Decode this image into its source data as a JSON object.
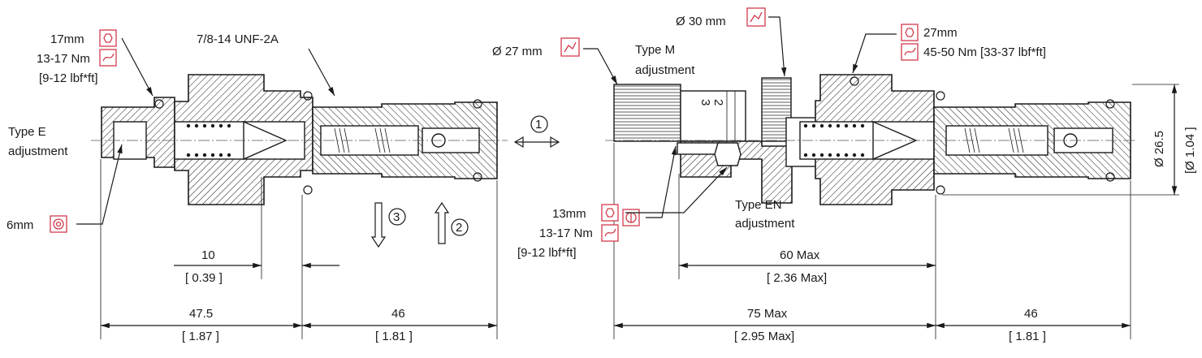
{
  "colors": {
    "icon_red": "#d23a4a",
    "ink": "#1a1a1a"
  },
  "left_view": {
    "hex_wrench_size": "17mm",
    "hex_torque_nm": "13-17 Nm",
    "hex_torque_imperial": "[9-12 lbf*ft]",
    "thread": "7/8-14 UNF-2A",
    "type_e_line1": "Type E",
    "type_e_line2": "adjustment",
    "allen_size": "6mm",
    "dim_10": "10",
    "dim_10_in": "[ 0.39 ]",
    "dim_47_5": "47.5",
    "dim_47_5_in": "[ 1.87 ]",
    "dim_46": "46",
    "dim_46_in": "[ 1.81 ]"
  },
  "flow": {
    "port1": "1",
    "port2": "2",
    "port3": "3"
  },
  "right_view": {
    "knob_dia": "Ø 27 mm",
    "lock_dia": "Ø 30 mm",
    "type_m_line1": "Type M",
    "type_m_line2": "adjustment",
    "hex_size": "27mm",
    "hex_torque": "45-50 Nm [33-37 lbf*ft]",
    "knob_marks": [
      "3",
      "2"
    ],
    "type_en_line1": "Type EN",
    "type_en_line2": "adjustment",
    "en_wrench_size": "13mm",
    "en_torque_nm": "13-17 Nm",
    "en_torque_imperial": "[9-12 lbf*ft]",
    "dia_mm": "Ø 26.5",
    "dia_in": "[Ø 1.04 ]",
    "dim_60": "60 Max",
    "dim_60_in": "[ 2.36 Max]",
    "dim_75": "75 Max",
    "dim_75_in": "[ 2.95 Max]",
    "dim_46": "46",
    "dim_46_in": "[ 1.81 ]"
  }
}
